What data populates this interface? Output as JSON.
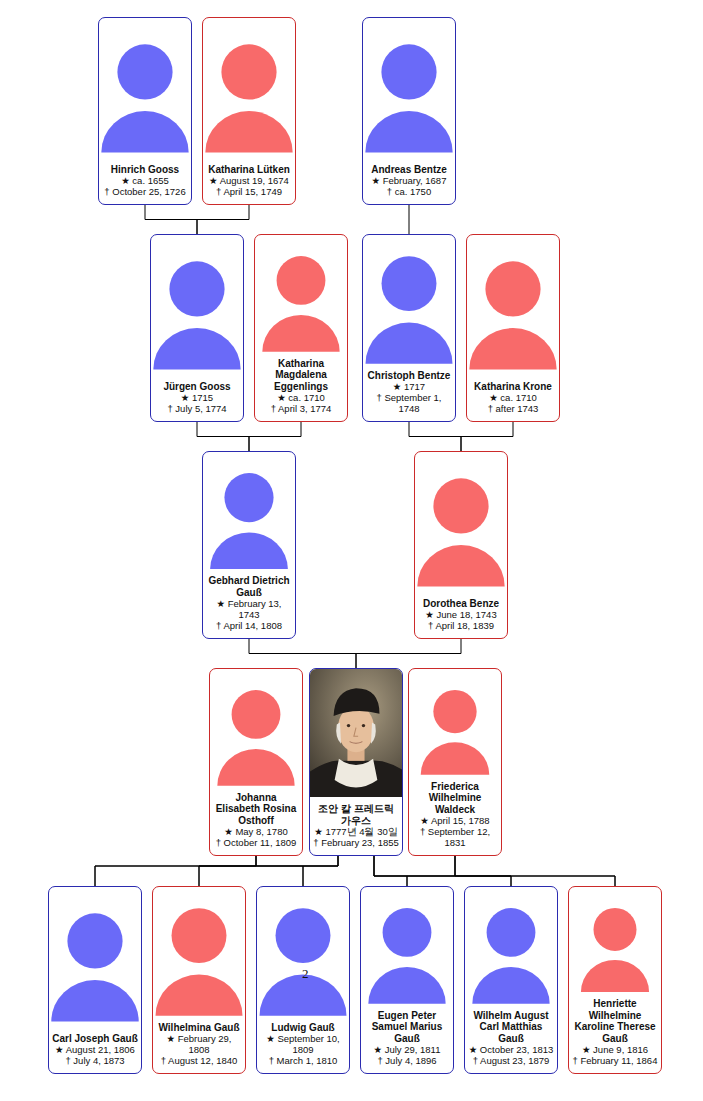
{
  "diagram": {
    "nodes": [
      {
        "text": [
          "Hinrich Gooss",
          "★ ca. 1655",
          "† October 25, 1726"
        ]
      },
      {
        "text": [
          "Katharina Lütken",
          "★ August 19, 1674",
          "† April 15, 1749"
        ]
      },
      {
        "text": [
          "Andreas Bentze",
          "★ February, 1687",
          "† ca. 1750"
        ]
      },
      {
        "text": [
          "Jürgen Gooss",
          "★ 1715",
          "† July 5, 1774"
        ]
      },
      {
        "text": [
          "Katharina Magdalena Eggenlings",
          "★ ca. 1710",
          "† April 3, 1774"
        ]
      },
      {
        "text": [
          "Christoph Bentze",
          "★ 1717",
          "† September 1, 1748"
        ]
      },
      {
        "text": [
          "Katharina Krone",
          "★ ca. 1710",
          "† after 1743"
        ]
      },
      {
        "text": [
          "Gebhard Dietrich Gauß",
          "★ February 13, 1743",
          "† April 14, 1808"
        ]
      },
      {
        "text": [
          "Dorothea Benze",
          "★ June 18, 1743",
          "† April 18, 1839"
        ]
      },
      {
        "text": [
          "Johanna Elisabeth Rosina Osthoff",
          "★ May 8, 1780",
          "† October 11, 1809"
        ]
      },
      {
        "text": [
          "조안 칼 프레드릭 가우스",
          "★ 1777년 4월 30일",
          "† February 23, 1855"
        ]
      },
      {
        "text": [
          "Friederica Wilhelmine Waldeck",
          "★ April 15, 1788",
          "† September 12, 1831"
        ]
      },
      {
        "text": [
          "Carl Joseph Gauß",
          "★ August 21, 1806",
          "† July 4, 1873"
        ]
      },
      {
        "text": [
          "Wilhelmina Gauß",
          "★ February 29, 1808",
          "† August 12, 1840"
        ]
      },
      {
        "text": [
          "Ludwig Gauß",
          "★ September 10, 1809",
          "† March 1, 1810"
        ]
      },
      {
        "text": [
          "Eugen Peter Samuel Marius Gauß",
          "★ July 29, 1811",
          "† July 4, 1896"
        ]
      },
      {
        "text": [
          "Wilhelm August Carl Matthias Gauß",
          "★ October 23, 1813",
          "† August 23, 1879"
        ]
      },
      {
        "text": [
          "Henriette Wilhelmine Karoline Therese Gauß",
          "★ June 9, 1816",
          "† February 11, 1864"
        ]
      }
    ],
    "edges": [
      {
        "from": 0,
        "to": 3,
        "arrow": "none"
      },
      {
        "from": 1,
        "to": 3,
        "arrow": "none"
      },
      {
        "from": 2,
        "to": 5,
        "arrow": "none"
      },
      {
        "from": 3,
        "to": 7,
        "arrow": "none"
      },
      {
        "from": 4,
        "to": 7,
        "arrow": "none"
      },
      {
        "from": 5,
        "to": 8,
        "arrow": "none"
      },
      {
        "from": 6,
        "to": 8,
        "arrow": "none"
      },
      {
        "from": 7,
        "to": 10,
        "arrow": "none"
      },
      {
        "from": 8,
        "to": 10,
        "arrow": "none"
      },
      {
        "from": 9,
        "to": 12,
        "arrow": "none"
      },
      {
        "from": 9,
        "to": 13,
        "arrow": "none"
      },
      {
        "from": 9,
        "to": 14,
        "arrow": "none"
      },
      {
        "from": 10,
        "to": 12,
        "arrow": "none"
      },
      {
        "from": 10,
        "to": 13,
        "arrow": "none"
      },
      {
        "from": 10,
        "to": 14,
        "arrow": "none"
      },
      {
        "from": 10,
        "to": 15,
        "arrow": "none"
      },
      {
        "from": 10,
        "to": 16,
        "arrow": "none"
      },
      {
        "from": 10,
        "to": 17,
        "arrow": "none"
      },
      {
        "from": 11,
        "to": 15,
        "arrow": "none"
      },
      {
        "from": 11,
        "to": 16,
        "arrow": "none"
      },
      {
        "from": 11,
        "to": 17,
        "arrow": "none"
      }
    ],
    "labels": [
      "2"
    ]
  }
}
